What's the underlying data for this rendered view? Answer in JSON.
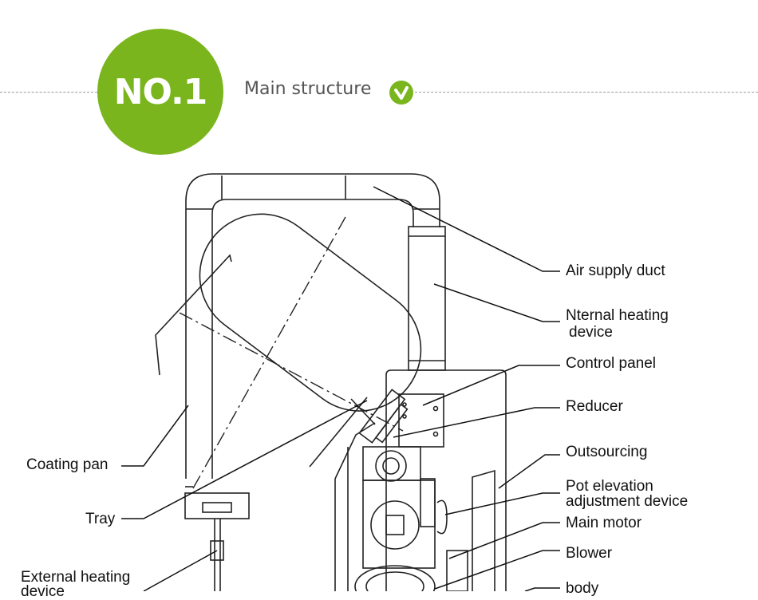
{
  "header": {
    "badge_text": "NO.1",
    "title": "Main structure",
    "check_icon": "check-circle-icon",
    "accent_color": "#7ab51d"
  },
  "labels": {
    "air_supply_duct": "Air supply duct",
    "internal_heating_1": "Nternal heating",
    "internal_heating_2": "device",
    "control_panel": "Control panel",
    "reducer": "Reducer",
    "outsourcing": "Outsourcing",
    "pot_elevation_1": "Pot elevation",
    "pot_elevation_2": "adjustment device",
    "main_motor": "Main motor",
    "blower": "Blower",
    "body": "body",
    "coating_pan": "Coating pan",
    "tray": "Tray",
    "external_heating_1": "External heating",
    "external_heating_2": "device"
  }
}
